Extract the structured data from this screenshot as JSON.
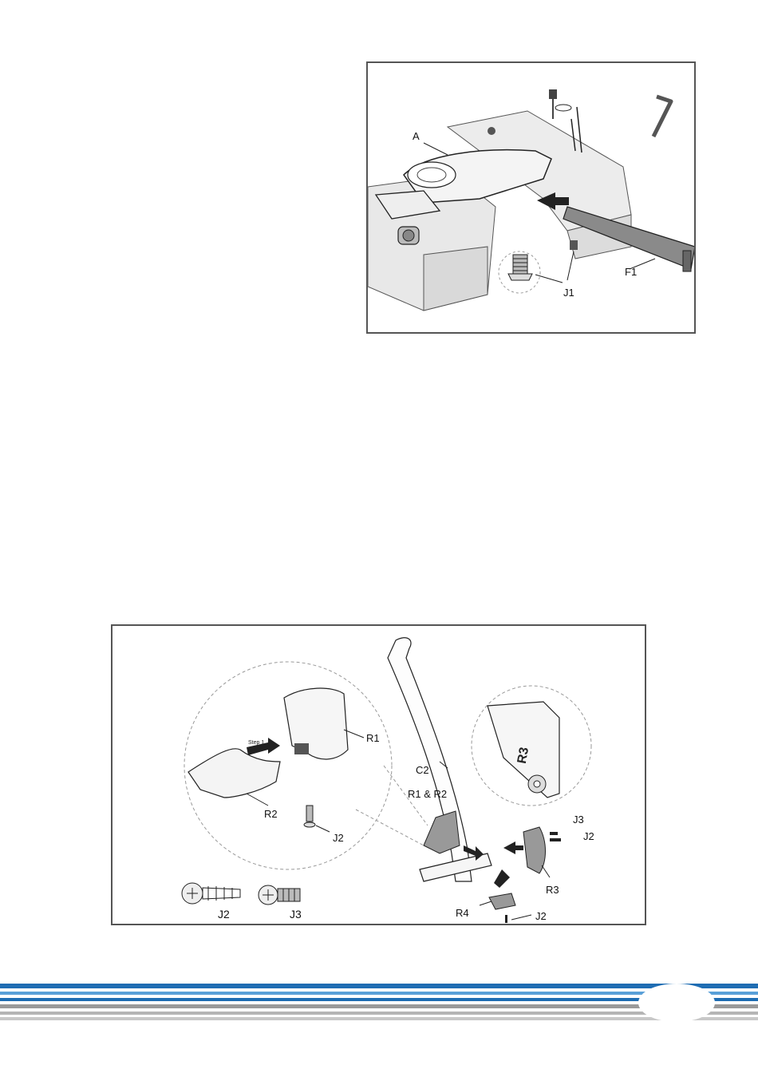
{
  "figure1": {
    "labels": {
      "a": "A",
      "f1": "F1",
      "j1": "J1"
    }
  },
  "figure2": {
    "labels": {
      "r1": "R1",
      "r2": "R2",
      "c2": "C2",
      "r1r2": "R1 & R2",
      "j2_detail": "J2",
      "j3_right": "J3",
      "j2_right": "J2",
      "r3": "R3",
      "r4": "R4",
      "j2_bottom": "J2",
      "j2_legend": "J2",
      "j3_legend": "J3",
      "step1": "Step 1",
      "r3_embossed": "R3"
    }
  },
  "footer": {
    "colors": {
      "blue": "#1f6db3",
      "light_blue": "#5aa0d8",
      "gray": "#9a9a9a",
      "light_gray": "#c8c8c8"
    },
    "page_number": ""
  }
}
